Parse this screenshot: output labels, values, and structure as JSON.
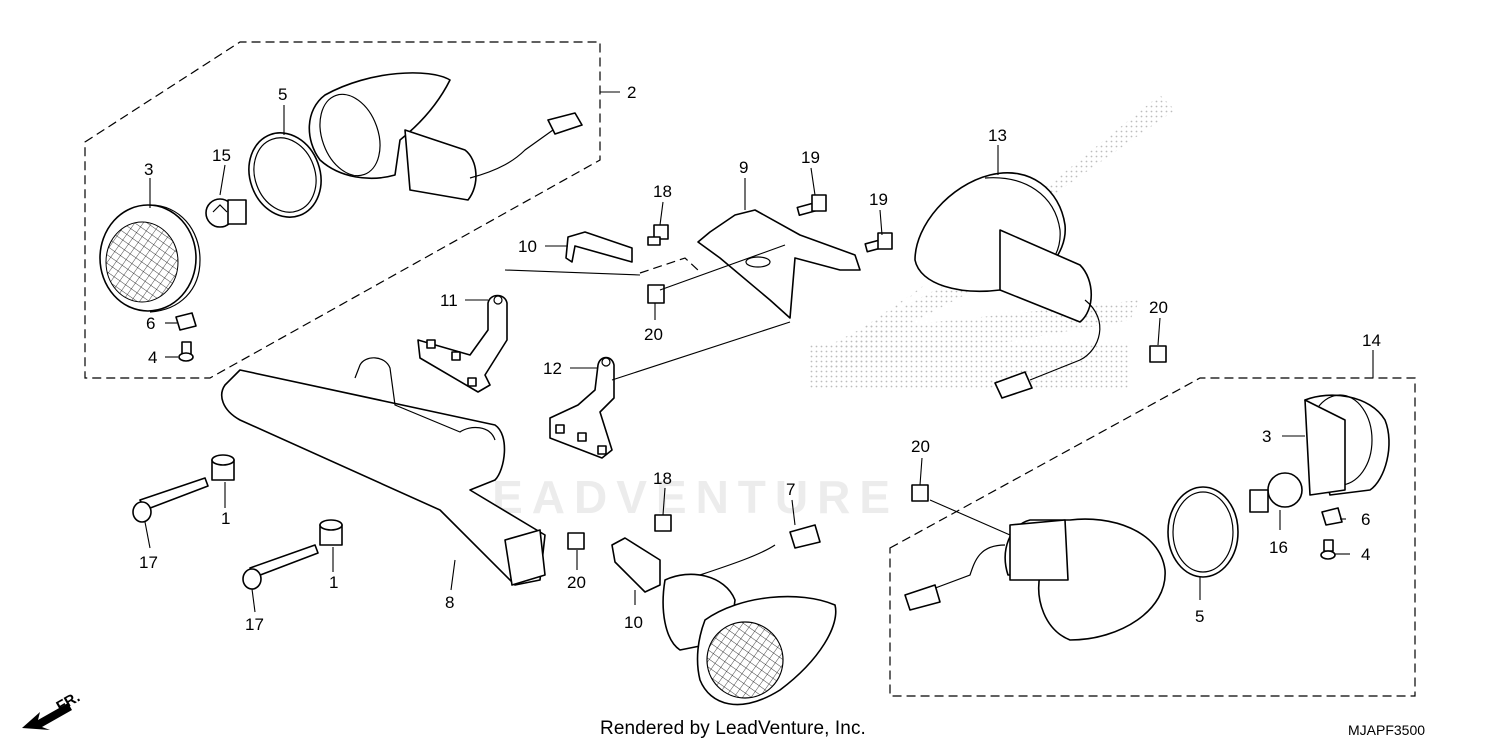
{
  "diagram": {
    "footer": "Rendered by LeadVenture, Inc.",
    "code": "MJAPF3500",
    "direction_label": "FR.",
    "watermark": "LEADVENTURE",
    "callouts": {
      "c2": "2",
      "c5a": "5",
      "c15": "15",
      "c3a": "3",
      "c6a": "6",
      "c4a": "4",
      "c13": "13",
      "c9": "9",
      "c19a": "19",
      "c19b": "19",
      "c18a": "18",
      "c10a": "10",
      "c11": "11",
      "c20a": "20",
      "c12": "12",
      "c20b": "20",
      "c14": "14",
      "c3b": "3",
      "c6b": "6",
      "c16": "16",
      "c4b": "4",
      "c5b": "5",
      "c20c": "20",
      "c7": "7",
      "c18b": "18",
      "c20d": "20",
      "c10b": "10",
      "c8": "8",
      "c1a": "1",
      "c17a": "17",
      "c1b": "1",
      "c17b": "17"
    }
  }
}
